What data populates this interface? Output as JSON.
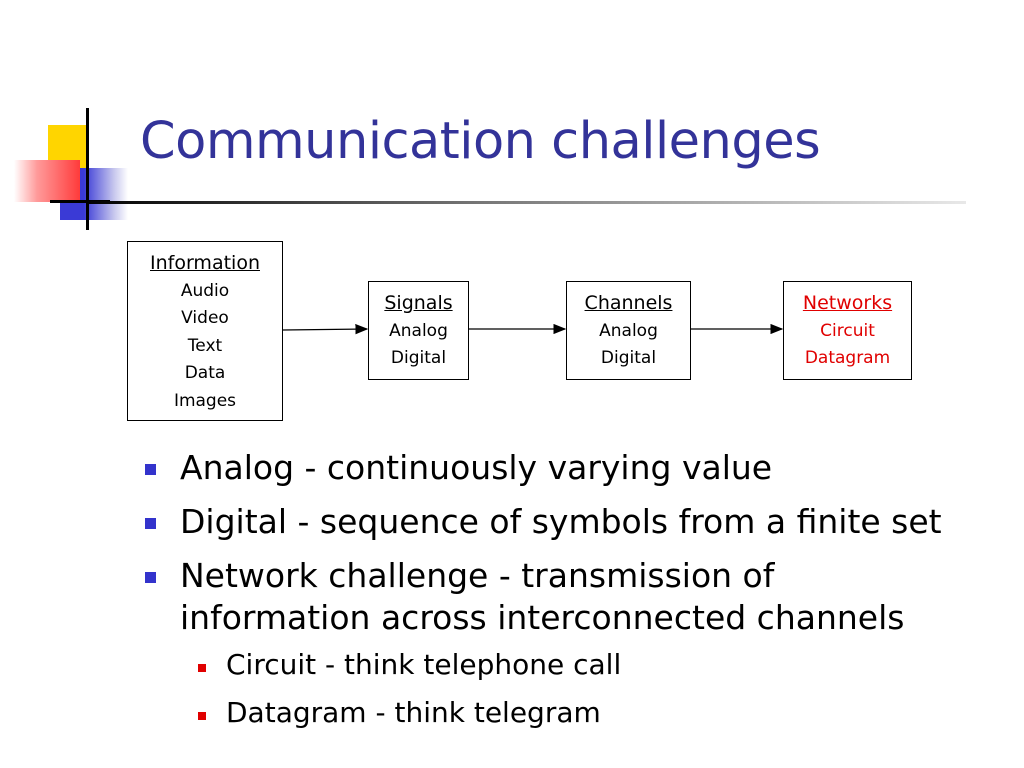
{
  "slide": {
    "title": "Communication challenges"
  },
  "diagram": {
    "boxes": [
      {
        "heading": "Information",
        "items": [
          "Audio",
          "Video",
          "Text",
          "Data",
          "Images"
        ]
      },
      {
        "heading": "Signals",
        "items": [
          "Analog",
          "Digital"
        ]
      },
      {
        "heading": "Channels",
        "items": [
          "Analog",
          "Digital"
        ]
      },
      {
        "heading": "Networks",
        "items": [
          "Circuit",
          "Datagram"
        ]
      }
    ],
    "colors": {
      "networks_text": "#e00000",
      "title": "#333399"
    }
  },
  "bullets": [
    {
      "text": "Analog - continuously varying value"
    },
    {
      "text": "Digital - sequence of symbols from a finite set"
    },
    {
      "text": "Network challenge - transmission of",
      "continuation": "information across interconnected channels"
    }
  ],
  "sub_bullets": [
    {
      "text": "Circuit - think telephone call"
    },
    {
      "text": "Datagram - think telegram"
    }
  ],
  "colors": {
    "bullet_primary": "#3333cc",
    "bullet_secondary": "#e00000"
  }
}
